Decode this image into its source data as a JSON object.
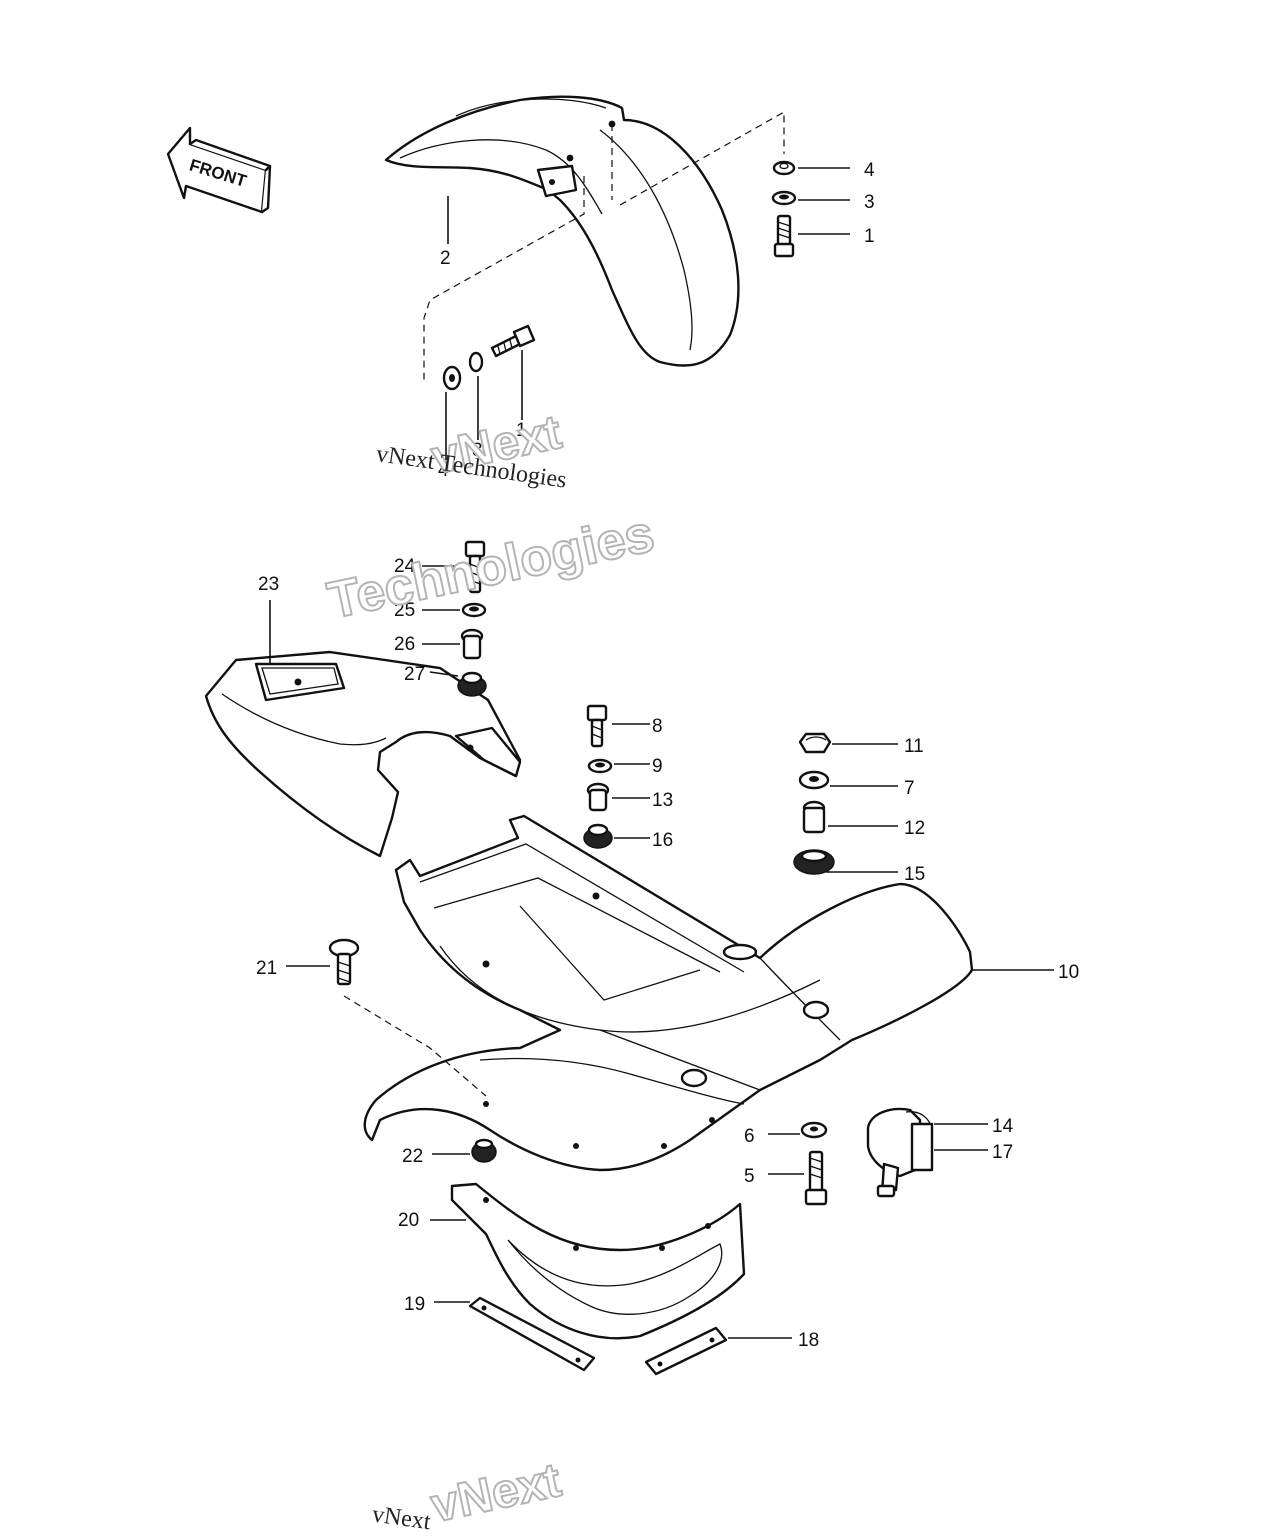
{
  "diagram": {
    "direction_badge": "FRONT",
    "callouts": [
      "1",
      "2",
      "3",
      "4",
      "5",
      "6",
      "7",
      "8",
      "9",
      "10",
      "11",
      "12",
      "13",
      "14",
      "15",
      "16",
      "17",
      "18",
      "19",
      "20",
      "21",
      "22",
      "23",
      "24",
      "25",
      "26",
      "27"
    ],
    "colors": {
      "ink": "#111111",
      "background": "#ffffff",
      "watermark": "#b4b4b4"
    }
  },
  "watermarks": {
    "line_a": "vNext",
    "line_b": "Technologies",
    "caption": "vNext Technologies",
    "footer_a": "vNext",
    "footer_caption": "vNext"
  }
}
